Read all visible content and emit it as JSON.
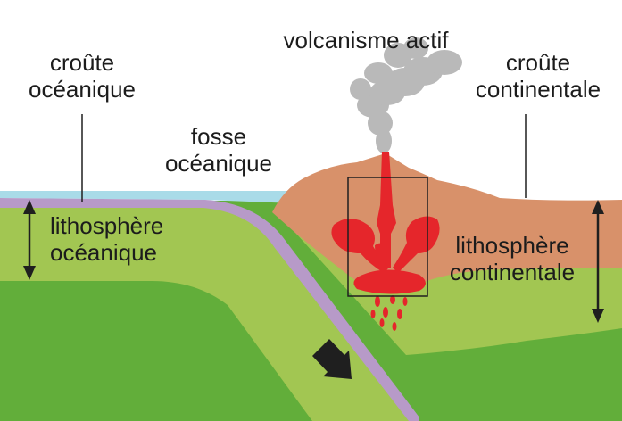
{
  "labels": {
    "oceanic_crust": [
      "croûte",
      "océanique"
    ],
    "continental_crust": [
      "croûte",
      "continentale"
    ],
    "trench": [
      "fosse",
      "océanique"
    ],
    "active_volcanism": "volcanisme actif",
    "oceanic_lithosphere": [
      "lithosphère",
      "océanique"
    ],
    "continental_lithosphere": [
      "lithosphère",
      "continentale"
    ]
  },
  "colors": {
    "ocean_water": "#a9dbe8",
    "oceanic_crust": "#b79ac8",
    "lithosphere": "#a2c652",
    "asthenosphere": "#62ae3a",
    "continental_crust": "#d8916a",
    "magma": "#e5262b",
    "smoke": "#b9b9b9",
    "arrow": "#1f1f1f"
  }
}
